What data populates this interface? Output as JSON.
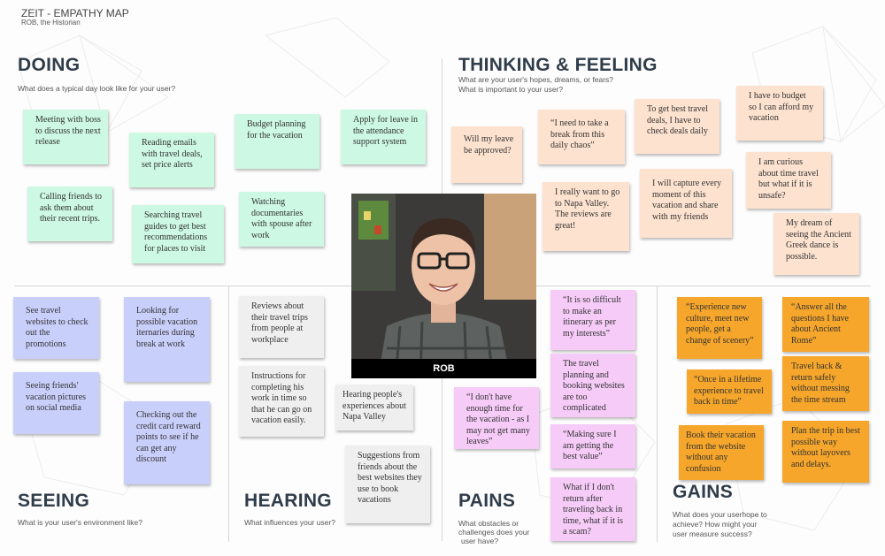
{
  "header": {
    "title": "ZEIT - EMPATHY MAP",
    "subtitle": "ROB, the Historian"
  },
  "sections": {
    "doing": {
      "title": "DOING",
      "desc": "What does a typical day look like for your user?"
    },
    "thinking": {
      "title": "THINKING & FEELING",
      "desc1": "What are your user's hopes, dreams, or fears?",
      "desc2": "What is important to your user?"
    },
    "seeing": {
      "title": "SEEING",
      "desc": "What is your user's environment like?"
    },
    "hearing": {
      "title": "HEARING",
      "desc": "What influences your user?"
    },
    "pains": {
      "title": "PAINS",
      "desc1": "What obstacles or",
      "desc2": "challenges does your",
      "desc3": "user have?"
    },
    "gains": {
      "title": "GAINS",
      "desc1": "What does your userhope to",
      "desc2": "achieve? How might your",
      "desc3": "user measure success?"
    }
  },
  "persona": {
    "name": "ROB"
  },
  "notes": {
    "doing": [
      "Meeting with boss to discuss the next release",
      "Reading emails with travel deals, set price alerts",
      "Budget planning for the vacation",
      "Apply for leave in the attendance support system",
      "Calling friends to ask them about their recent trips.",
      "Searching travel guides to get best recommendations for places to visit",
      "Watching documentaries with spouse after work"
    ],
    "thinking": [
      "Will my leave be approved?",
      "“I need to take a break from this daily chaos”",
      "To get best travel deals, I have to check deals daily",
      "I have to budget so I can afford my vacation",
      "I am curious about time travel but what if it is unsafe?",
      "I really want to go to Napa Valley. The reviews are great!",
      "I will capture every moment of this vacation and share with my friends",
      "My dream of seeing the Ancient Greek dance is possible."
    ],
    "seeing": [
      "See travel websites to check out the promotions",
      "Looking for possible vacation iternaries during break at work",
      "Seeing friends' vacation pictures on social media",
      "Checking out the credit card reward points to see if he can get any discount"
    ],
    "hearing": [
      "Reviews about their travel trips from people at workplace",
      "Instructions for completing his work in time so that he can go on vacation easily.",
      "Hearing people's experiences about Napa Valley",
      "Suggestions from friends about the best websites they use to book vacations"
    ],
    "pains": [
      "“It is so difficult to make an itinerary as per my interests”",
      "The travel planning and booking websites are too complicated",
      "“I don't have enough time for the vacation - as I may not get many leaves”",
      "“Making sure I am getting the best value”",
      "What if I don't return after traveling back in time, what if it is a scam?"
    ],
    "gains": [
      "“Experience new culture, meet new people, get a change of scenery”",
      "“Answer all the questions I have about Ancient Rome”",
      "“Once in a lifetime experience to travel back in time”",
      "Travel back & return safely without messing the time stream",
      "Book their vacation from the website without any confusion",
      "Plan the trip in best possible way without layovers and delays."
    ]
  },
  "colors": {
    "doing": "#cdf8e3",
    "thinking": "#fde2cf",
    "seeing": "#c9cffb",
    "hearing": "#efefef",
    "pains": "#f6cbf8",
    "gains": "#f6a62a"
  }
}
